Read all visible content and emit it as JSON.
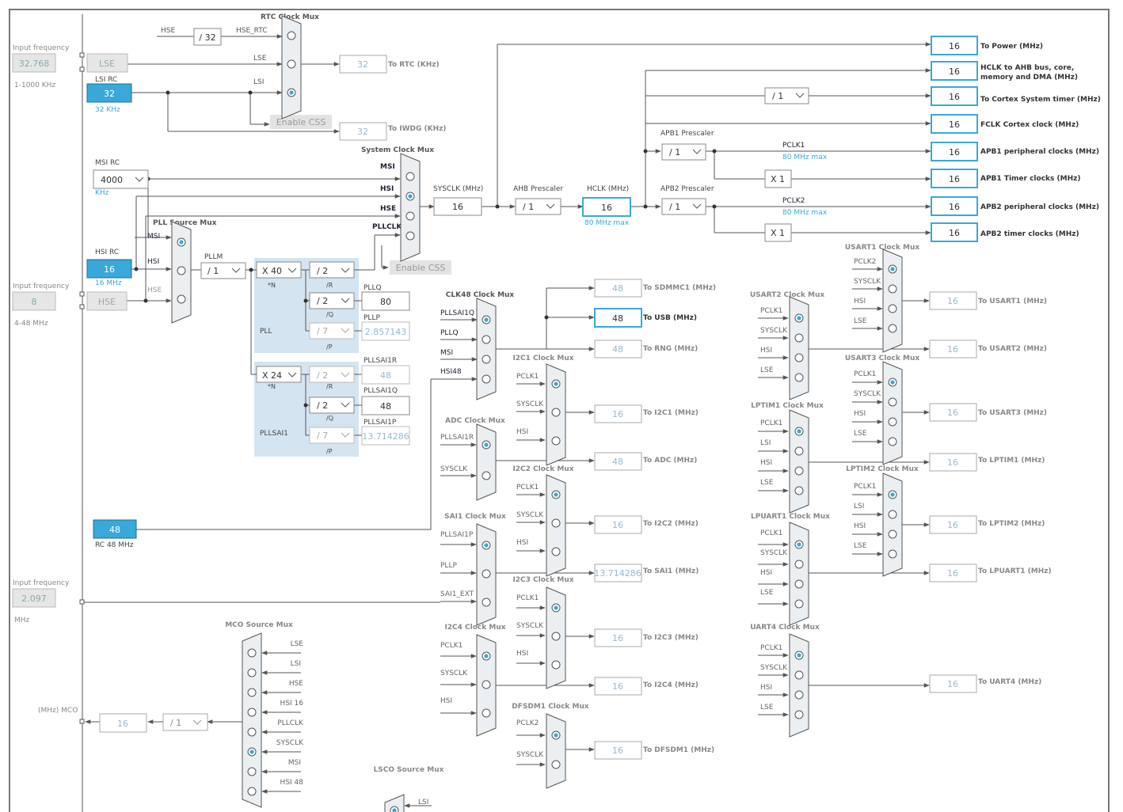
{
  "colors": {
    "accent": "#3aa8d8",
    "box_border": "#4a4a4a",
    "gray_box": "#e6e6e6",
    "mux_fill": "#eceff1",
    "pll_bg": "#d4e4f0",
    "line": "#555555",
    "faded": "#9ab8cc"
  },
  "left": {
    "lse_freq_label": "Input frequency",
    "lse_freq": "32.768",
    "lse_range": "1-1000 KHz",
    "lse": "LSE",
    "lsi_label": "LSI RC",
    "lsi_value": "32",
    "lsi_unit": "32 KHz",
    "msi_label": "MSI RC",
    "msi_value": "4000",
    "msi_unit": "KHz",
    "hsi_label": "HSI RC",
    "hsi_value": "16",
    "hsi_unit": "16 MHz",
    "hse_freq_label": "Input frequency",
    "hse_freq": "8",
    "hse_range": "4-48 MHz",
    "hse": "HSE",
    "rc48_value": "48",
    "rc48_label": "RC 48 MHz",
    "sai_freq_label": "Input frequency",
    "sai_freq": "2.097",
    "sai_unit": "MHz",
    "mco_label": "(MHz) MCO",
    "mco_value": "16",
    "mco_div": "/ 1"
  },
  "rtc": {
    "title": "RTC Clock Mux",
    "hse": "HSE",
    "div32": "/ 32",
    "hse_rtc": "HSE_RTC",
    "lse": "LSE",
    "lsi": "LSI",
    "enable_css": "Enable CSS",
    "rtc_value": "32",
    "rtc_label": "To RTC (KHz)",
    "iwdg_value": "32",
    "iwdg_label": "To IWDG (KHz)"
  },
  "sysmux": {
    "title": "System Clock Mux",
    "msi": "MSI",
    "hsi": "HSI",
    "hse": "HSE",
    "pllclk": "PLLCLK",
    "enable_css": "Enable CSS",
    "sysclk_label": "SYSCLK (MHz)",
    "sysclk": "16",
    "ahb_label": "AHB Prescaler",
    "ahb": "/ 1",
    "hclk_label": "HCLK (MHz)",
    "hclk": "16",
    "hclk_max": "80 MHz max"
  },
  "apb": {
    "apb1_label": "APB1 Prescaler",
    "apb1": "/ 1",
    "apb2_label": "APB2 Prescaler",
    "apb2": "/ 1",
    "pclk1": "PCLK1",
    "pclk1_max": "80 MHz max",
    "pclk2": "PCLK2",
    "pclk2_max": "80 MHz max",
    "x1a": "X 1",
    "x1b": "X 1",
    "cortex_div": "/ 1"
  },
  "outputs": [
    {
      "value": "16",
      "label": "To Power (MHz)"
    },
    {
      "value": "16",
      "label": "HCLK to AHB bus, core,",
      "label2": "memory and DMA (MHz)"
    },
    {
      "value": "16",
      "label": "To Cortex System timer (MHz)"
    },
    {
      "value": "16",
      "label": "FCLK Cortex clock (MHz)"
    },
    {
      "value": "16",
      "label": "APB1 peripheral clocks (MHz)"
    },
    {
      "value": "16",
      "label": "APB1 Timer clocks (MHz)"
    },
    {
      "value": "16",
      "label": "APB2 peripheral clocks (MHz)"
    },
    {
      "value": "16",
      "label": "APB2 timer clocks (MHz)"
    }
  ],
  "pll": {
    "src_title": "PLL Source Mux",
    "msi": "MSI",
    "hsi": "HSI",
    "hse": "HSE",
    "pllm_label": "PLLM",
    "pllm": "/ 1",
    "n": "X 40",
    "n_label": "*N",
    "r": "/ 2",
    "r_label": "/R",
    "q": "/ 2",
    "q_label": "/Q",
    "p": "/ 7",
    "p_label": "/P",
    "name": "PLL",
    "pllq_label": "PLLQ",
    "pllq": "80",
    "pllp_label": "PLLP",
    "pllp": "2.857143"
  },
  "pllsai1": {
    "n": "X 24",
    "n_label": "*N",
    "r": "/ 2",
    "r_label": "/R",
    "q": "/ 2",
    "q_label": "/Q",
    "p": "/ 7",
    "p_label": "/P",
    "name": "PLLSAI1",
    "r_out_label": "PLLSAI1R",
    "r_out": "48",
    "q_out_label": "PLLSAI1Q",
    "q_out": "48",
    "p_out_label": "PLLSAI1P",
    "p_out": "13.714286"
  },
  "clk48": {
    "title": "CLK48 Clock Mux",
    "in": [
      "PLLSAI1Q",
      "PLLQ",
      "MSI",
      "HSI48"
    ],
    "sdmmc": "48",
    "sdmmc_label": "To SDMMC1 (MHz)",
    "usb": "48",
    "usb_label": "To USB (MHz)",
    "rng": "48",
    "rng_label": "To RNG (MHz)"
  },
  "i2c1": {
    "title": "I2C1 Clock Mux",
    "in": [
      "PCLK1",
      "SYSCLK",
      "HSI"
    ],
    "value": "16",
    "label": "To I2C1 (MHz)"
  },
  "adc": {
    "title": "ADC Clock Mux",
    "in": [
      "PLLSAI1R",
      "SYSCLK"
    ],
    "value": "48",
    "label": "To ADC (MHz)"
  },
  "i2c2": {
    "title": "I2C2 Clock Mux",
    "in": [
      "PCLK1",
      "SYSCLK",
      "HSI"
    ],
    "value": "16",
    "label": "To I2C2 (MHz)"
  },
  "sai1": {
    "title": "SAI1 Clock Mux",
    "in": [
      "PLLSAI1P",
      "PLLP",
      "SAI1_EXT"
    ],
    "value": "13.714286",
    "label": "To SAI1 (MHz)"
  },
  "i2c3": {
    "title": "I2C3 Clock Mux",
    "in": [
      "PCLK1",
      "SYSCLK",
      "HSI"
    ],
    "value": "16",
    "label": "To I2C3 (MHz)"
  },
  "i2c4": {
    "title": "I2C4 Clock Mux",
    "in": [
      "PCLK1",
      "SYSCLK",
      "HSI"
    ],
    "value": "16",
    "label": "To I2C4 (MHz)"
  },
  "dfsdm": {
    "title": "DFSDM1 Clock Mux",
    "in": [
      "PCLK2",
      "SYSCLK"
    ],
    "value": "16",
    "label": "To DFSDM1 (MHz)"
  },
  "mco": {
    "title": "MCO Source Mux",
    "in": [
      "LSE",
      "LSI",
      "HSE",
      "HSI 16",
      "PLLCLK",
      "SYSCLK",
      "MSI",
      "HSI 48"
    ]
  },
  "lsco": {
    "title": "LSCO Source Mux",
    "in": [
      "LSI"
    ]
  },
  "usart1": {
    "title": "USART1 Clock Mux",
    "in": [
      "PCLK2",
      "SYSCLK",
      "HSI",
      "LSE"
    ],
    "value": "16",
    "label": "To USART1 (MHz)"
  },
  "usart2": {
    "title": "USART2 Clock Mux",
    "in": [
      "PCLK1",
      "SYSCLK",
      "HSI",
      "LSE"
    ],
    "value": "16",
    "label": "To USART2 (MHz)"
  },
  "usart3": {
    "title": "USART3 Clock Mux",
    "in": [
      "PCLK1",
      "SYSCLK",
      "HSI",
      "LSE"
    ],
    "value": "16",
    "label": "To USART3 (MHz)"
  },
  "lptim1": {
    "title": "LPTIM1 Clock Mux",
    "in": [
      "PCLK1",
      "LSI",
      "HSI",
      "LSE"
    ],
    "value": "16",
    "label": "To LPTIM1 (MHz)"
  },
  "lptim2": {
    "title": "LPTIM2 Clock Mux",
    "in": [
      "PCLK1",
      "LSI",
      "HSI",
      "LSE"
    ],
    "value": "16",
    "label": "To LPTIM2 (MHz)"
  },
  "lpuart1": {
    "title": "LPUART1 Clock Mux",
    "in": [
      "PCLK1",
      "SYSCLK",
      "HSI",
      "LSE"
    ],
    "value": "16",
    "label": "To LPUART1 (MHz)"
  },
  "uart4": {
    "title": "UART4 Clock Mux",
    "in": [
      "PCLK1",
      "SYSCLK",
      "HSI",
      "LSE"
    ],
    "value": "16",
    "label": "To UART4 (MHz)"
  }
}
